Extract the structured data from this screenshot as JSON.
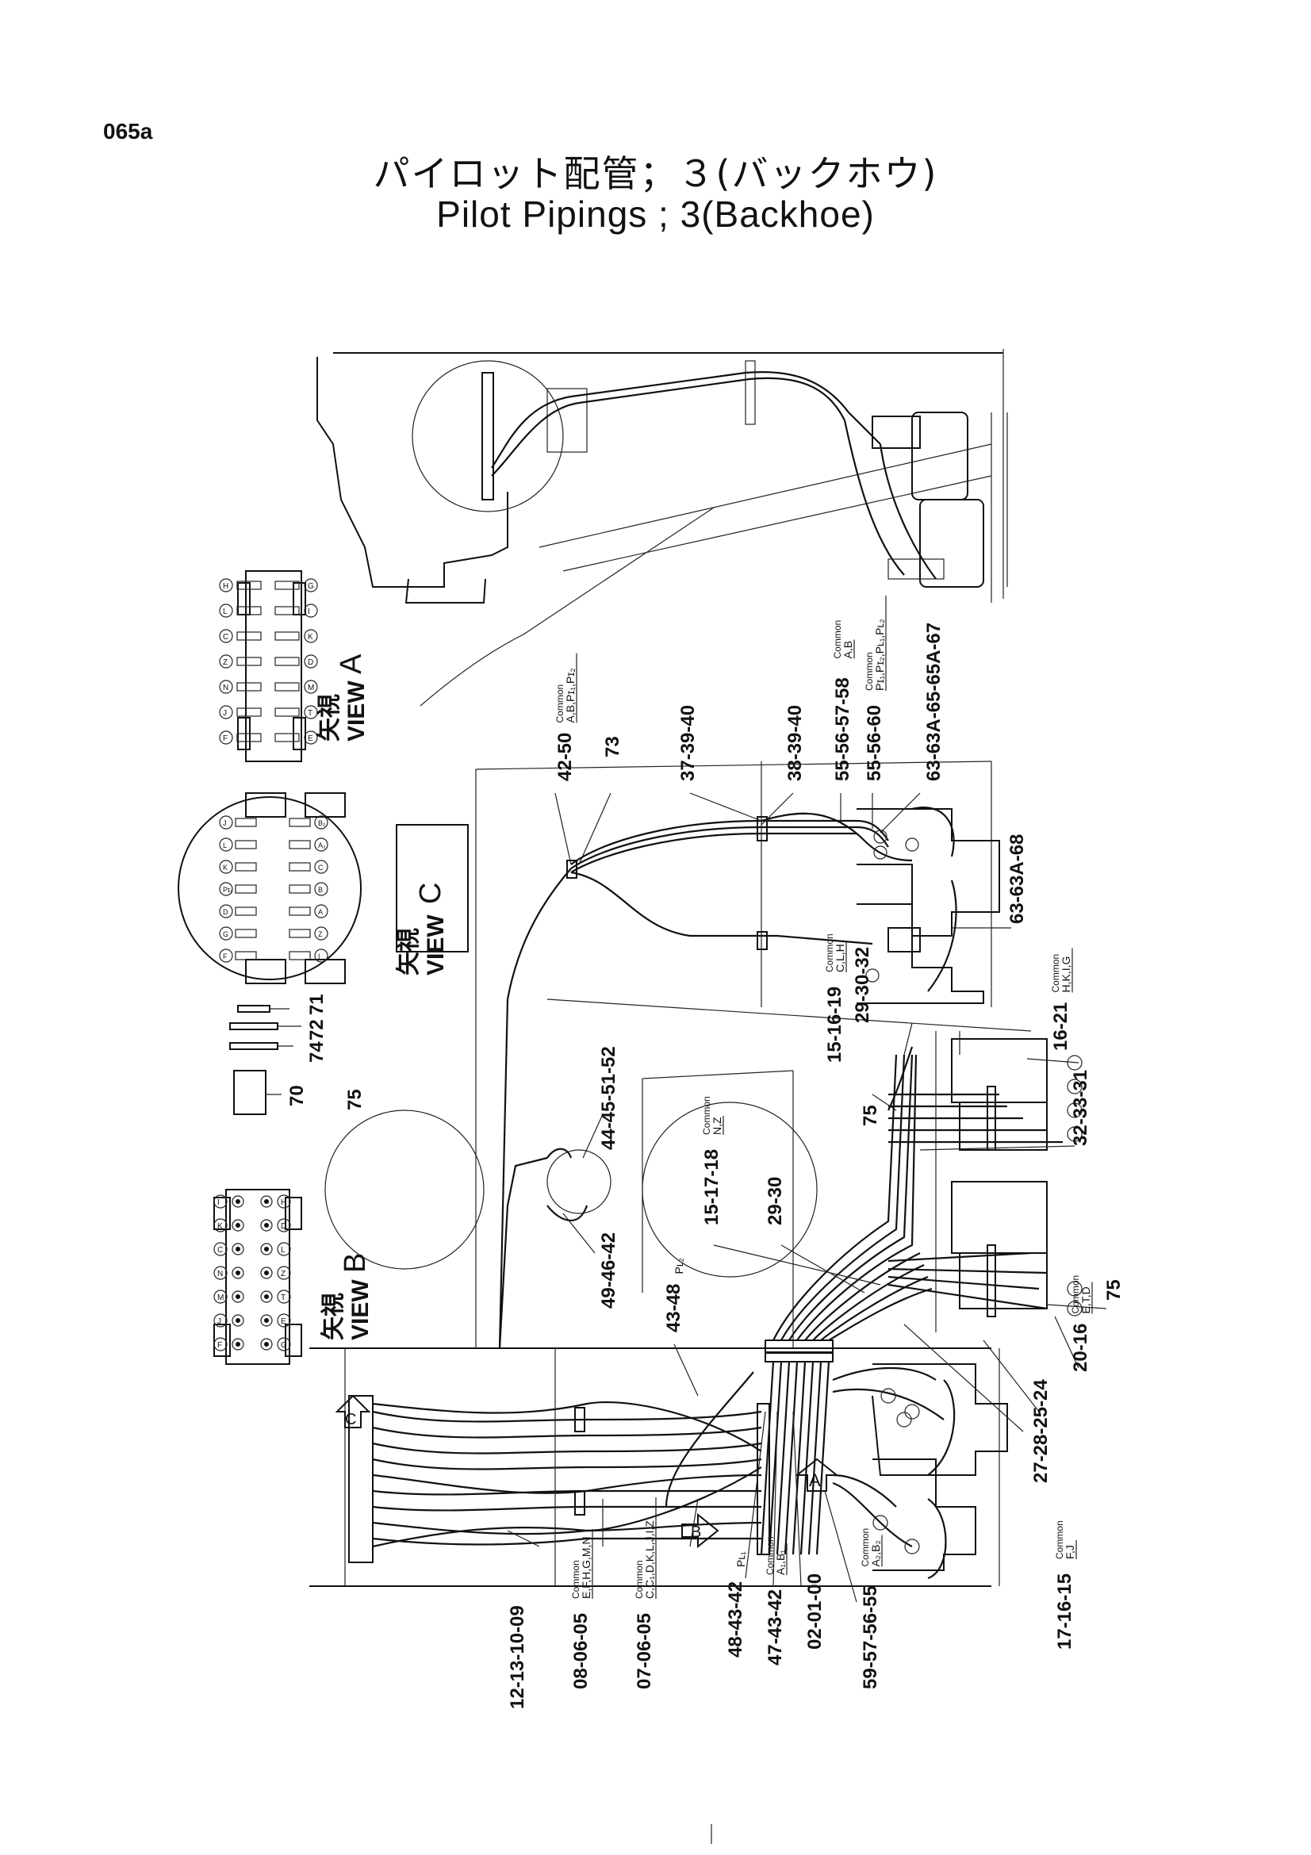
{
  "page_id": "065a",
  "title_jp": "パイロット配管；３(バックホウ)",
  "title_en": "Pilot Pipings ; 3(Backhoe)",
  "views": {
    "a": {
      "kanji": "矢視",
      "label": "VIEW",
      "letter": "A"
    },
    "b": {
      "kanji": "矢視",
      "label": "VIEW",
      "letter": "B"
    },
    "c": {
      "kanji": "矢視",
      "label": "VIEW",
      "letter": "C"
    }
  },
  "arrows": {
    "a": "A",
    "b": "B",
    "c": "C"
  },
  "callouts": [
    {
      "id": "c1",
      "text": "42-50",
      "common": "Common",
      "sub": "A,B,Pɪ₁,Pɪ₂"
    },
    {
      "id": "c2",
      "text": "73"
    },
    {
      "id": "c3",
      "text": "37-39-40"
    },
    {
      "id": "c4",
      "text": "38-39-40"
    },
    {
      "id": "c5",
      "text": "55-56-57-58",
      "common": "Common",
      "sub": "A,B"
    },
    {
      "id": "c6",
      "text": "55-56-60",
      "common": "Common",
      "sub": "Pɪ₁,Pɪ₂,Pʟ₁,Pʟ₂"
    },
    {
      "id": "c7",
      "text": "63-63A-65-65A-67"
    },
    {
      "id": "c8",
      "text": "63-63A-68"
    },
    {
      "id": "c9",
      "text": "71"
    },
    {
      "id": "c10",
      "text": "72"
    },
    {
      "id": "c11",
      "text": "74"
    },
    {
      "id": "c12",
      "text": "70"
    },
    {
      "id": "c13",
      "text": "75"
    },
    {
      "id": "c14",
      "text": "44-45-51-52"
    },
    {
      "id": "c15",
      "text": "49-46-42"
    },
    {
      "id": "c16",
      "text": "43-48",
      "sub": "Pʟ₂"
    },
    {
      "id": "c17",
      "text": "15-17-18",
      "common": "Common",
      "sub": "N,Z"
    },
    {
      "id": "c18",
      "text": "29-30"
    },
    {
      "id": "c19",
      "text": "15-16-19",
      "common": "Common",
      "sub": "C,L,H"
    },
    {
      "id": "c20",
      "text": "29-30-32"
    },
    {
      "id": "c21",
      "text": "75"
    },
    {
      "id": "c22",
      "text": "16-21",
      "common": "Common",
      "sub": "H,K,I,G"
    },
    {
      "id": "c23",
      "text": "32-33-31"
    },
    {
      "id": "c24",
      "text": "75"
    },
    {
      "id": "c25",
      "text": "20-16",
      "common": "Common",
      "sub": "E,T,D"
    },
    {
      "id": "c26",
      "text": "27-28-25-24"
    },
    {
      "id": "c27",
      "text": "17-16-15",
      "common": "Common",
      "sub": "F,J"
    },
    {
      "id": "c28",
      "text": "12-13-10-09"
    },
    {
      "id": "c29",
      "text": "08-06-05",
      "common": "Common",
      "sub": "E,F,H,G,M,N"
    },
    {
      "id": "c30",
      "text": "07-06-05",
      "common": "Common",
      "sub": "C,C₁,D,K,L,J,I,Z"
    },
    {
      "id": "c31",
      "text": "48-43-42",
      "sub": "Pʟ₁"
    },
    {
      "id": "c32",
      "text": "47-43-42",
      "common": "Common",
      "sub": "A₁,B₁"
    },
    {
      "id": "c33",
      "text": "02-01-00"
    },
    {
      "id": "c34",
      "text": "59-57-56-55",
      "common": "Common",
      "sub": "A₂,B₂"
    }
  ],
  "view_a_ports": [
    "F",
    "J",
    "N",
    "Z",
    "C",
    "L",
    "H",
    "E",
    "T",
    "M",
    "D",
    "K",
    "I",
    "G"
  ],
  "view_b_ports": [
    "F",
    "J",
    "M",
    "N",
    "C",
    "K",
    "I",
    "G",
    "E",
    "T",
    "Z",
    "L",
    "D",
    "H"
  ],
  "view_c_ports": [
    "F",
    "G",
    "D",
    "Pɪ₁",
    "K",
    "L",
    "J",
    "I",
    "Z",
    "A",
    "B",
    "C",
    "A₂",
    "B₂"
  ]
}
